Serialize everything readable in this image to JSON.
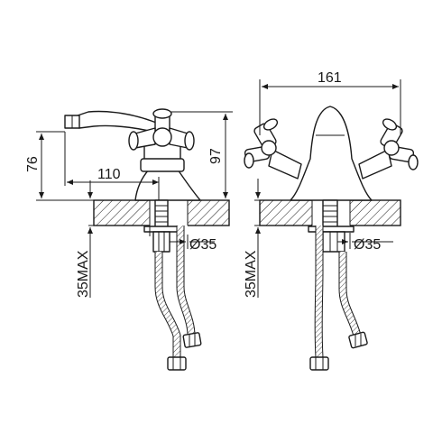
{
  "dimensions": {
    "height_spout": "76",
    "spout_reach": "110",
    "total_height": "97",
    "total_width": "161",
    "hole_left": "Ø35",
    "hole_right": "Ø35",
    "max_thickness_left": "35MAX",
    "max_thickness_right": "35MAX"
  }
}
